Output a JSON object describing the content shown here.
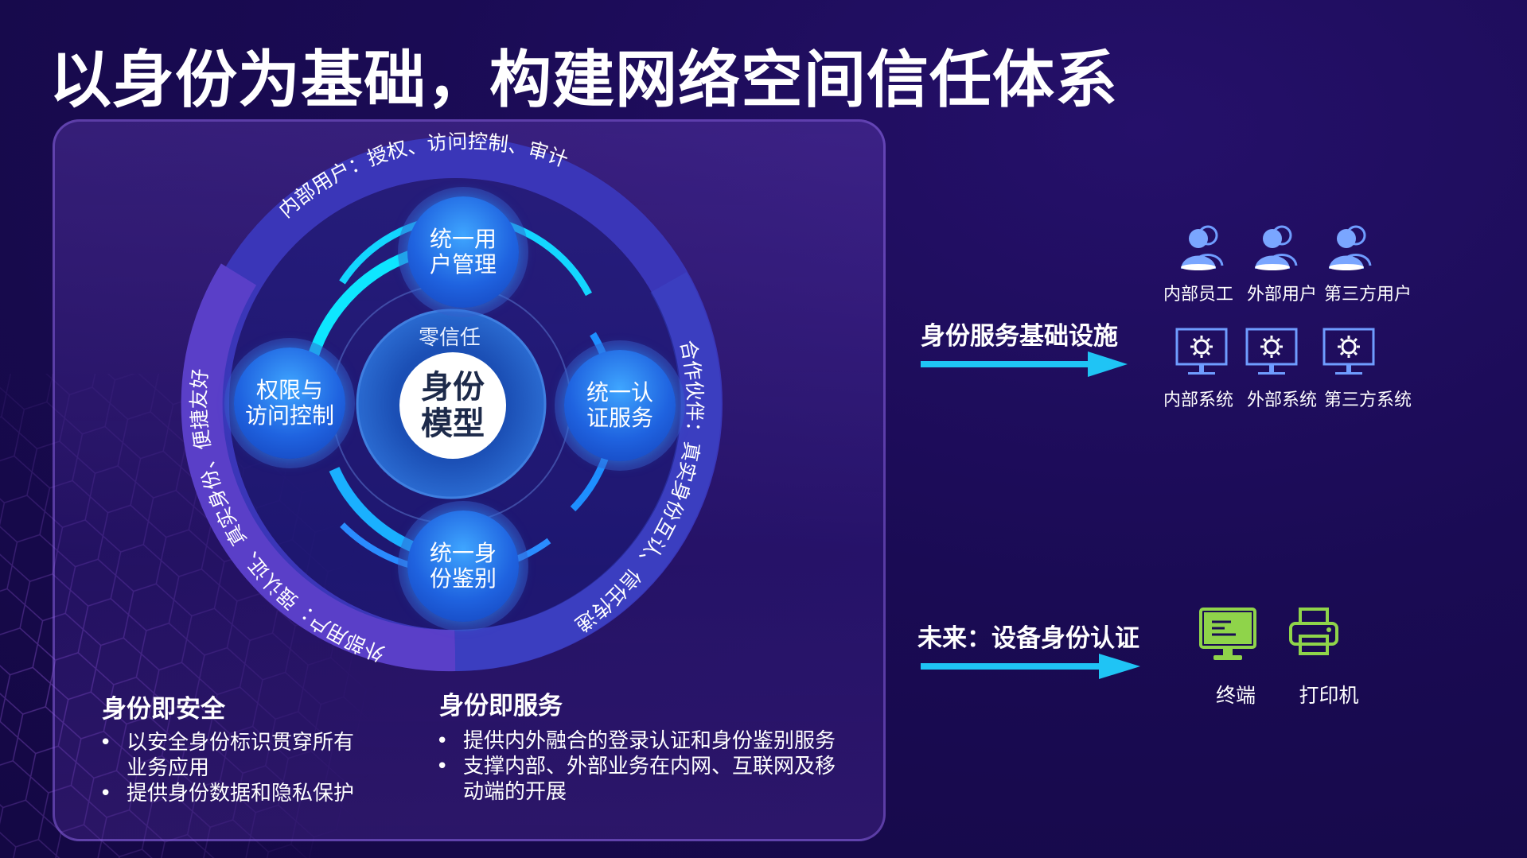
{
  "title": "以身份为基础，构建网络空间信任体系",
  "diagram": {
    "ring_labels": {
      "top": "内部用户：授权、访问控制、审计",
      "right": "合作伙伴：真实身份互认、信任传递",
      "bottom_left": "外部用户：强认证、真实身份、便捷友好"
    },
    "core_small": "零信任",
    "core_big_line1": "身份",
    "core_big_line2": "模型",
    "nodes": {
      "top": [
        "统一用",
        "户管理"
      ],
      "right": [
        "统一认",
        "证服务"
      ],
      "bottom": [
        "统一身",
        "份鉴别"
      ],
      "left": [
        "权限与",
        "访问控制"
      ]
    }
  },
  "sections": {
    "security": {
      "heading": "身份即安全",
      "items": [
        [
          "以安全身份标识贯穿所有",
          "业务应用"
        ],
        [
          "提供身份数据和隐私保护"
        ]
      ]
    },
    "service": {
      "heading": "身份即服务",
      "items": [
        [
          "提供内外融合的登录认证和身份鉴别服务"
        ],
        [
          "支撑内部、外部业务在内网、互联网及移",
          "动端的开展"
        ]
      ]
    }
  },
  "right": {
    "infra_heading": "身份服务基础设施",
    "users": [
      "内部员工",
      "外部用户",
      "第三方用户"
    ],
    "systems": [
      "内部系统",
      "外部系统",
      "第三方系统"
    ],
    "future_heading": "未来：设备身份认证",
    "devices": [
      "终端",
      "打印机"
    ]
  },
  "colors": {
    "accent_cyan": "#13d6ff",
    "arrow_cyan": "#1fc4f5",
    "device_green": "#8fd44a",
    "icon_blue": "#6f9dff"
  }
}
